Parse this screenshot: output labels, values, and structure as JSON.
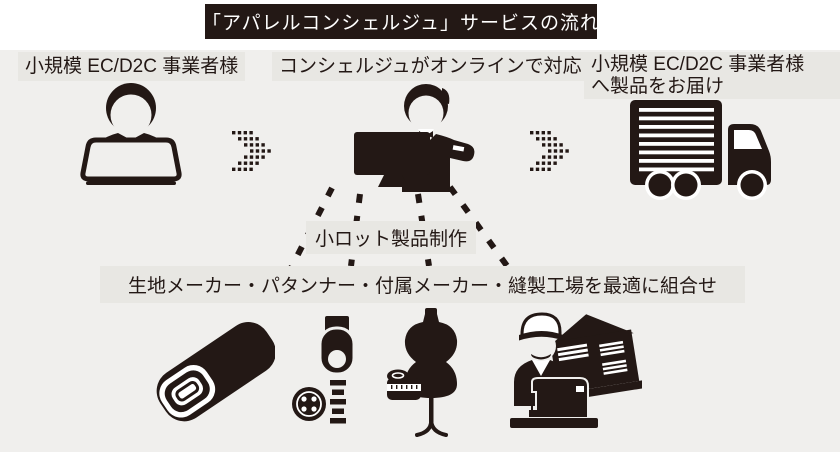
{
  "banner": {
    "text": "「アパレルコンシェルジュ」サービスの流れ"
  },
  "steps": {
    "client": {
      "label": "小規模 EC/D2C 事業者様",
      "icon": "person-at-laptop"
    },
    "concierge": {
      "label": "コンシェルジュがオンラインで対応",
      "icon": "concierge-at-monitor"
    },
    "delivery": {
      "label_line1": "小規模 EC/D2C 事業者様",
      "label_line2": "へ製品をお届け",
      "icon": "delivery-truck"
    }
  },
  "production": {
    "label": "小ロット製品制作",
    "partners_label": "生地メーカー・パタンナー・付属メーカー・縫製工場を最適に組合せ",
    "partner_icons": [
      "fabric-roll",
      "button-and-zipper",
      "dress-form",
      "tailor-sewing-factory"
    ]
  },
  "colors": {
    "ink": "#231815",
    "canvas": "#f0efed",
    "label_bg": "#e8e7e3",
    "white": "#ffffff"
  }
}
